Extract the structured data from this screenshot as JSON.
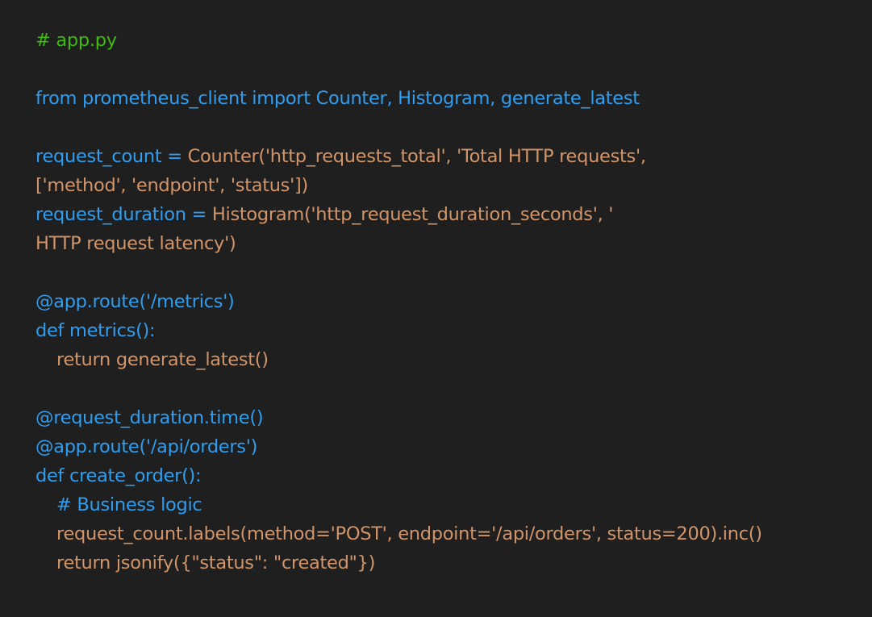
{
  "code": {
    "lines": [
      [
        {
          "c": "comment",
          "t": "# app.py"
        }
      ],
      [],
      [
        {
          "c": "blue",
          "t": "from prometheus_client import Counter, Histogram, generate_latest"
        }
      ],
      [],
      [
        {
          "c": "blue",
          "t": "request_count = "
        },
        {
          "c": "tan",
          "t": "Counter('http_requests_total', 'Total HTTP requests',"
        }
      ],
      [
        {
          "c": "tan",
          "t": "['method', 'endpoint', 'status'])"
        }
      ],
      [
        {
          "c": "blue",
          "t": "request_duration = "
        },
        {
          "c": "tan",
          "t": "Histogram('http_request_duration_seconds', '"
        }
      ],
      [
        {
          "c": "tan",
          "t": "HTTP request latency')"
        }
      ],
      [],
      [
        {
          "c": "blue",
          "t": "@app.route('/metrics')"
        }
      ],
      [
        {
          "c": "blue",
          "t": "def metrics():"
        }
      ],
      [
        {
          "c": "tan",
          "t": "return generate_latest()",
          "indent": true
        }
      ],
      [],
      [
        {
          "c": "blue",
          "t": "@request_duration.time()"
        }
      ],
      [
        {
          "c": "blue",
          "t": "@app.route('/api/orders')"
        }
      ],
      [
        {
          "c": "blue",
          "t": "def create_order():"
        }
      ],
      [
        {
          "c": "blue",
          "t": "# Business logic",
          "indent": true
        }
      ],
      [
        {
          "c": "tan",
          "t": "request_count.labels(method='POST', endpoint='/api/orders', status=200).inc()",
          "indent": true
        }
      ],
      [
        {
          "c": "tan",
          "t": "return jsonify({\"status\": \"created\"})",
          "indent": true
        }
      ]
    ]
  }
}
